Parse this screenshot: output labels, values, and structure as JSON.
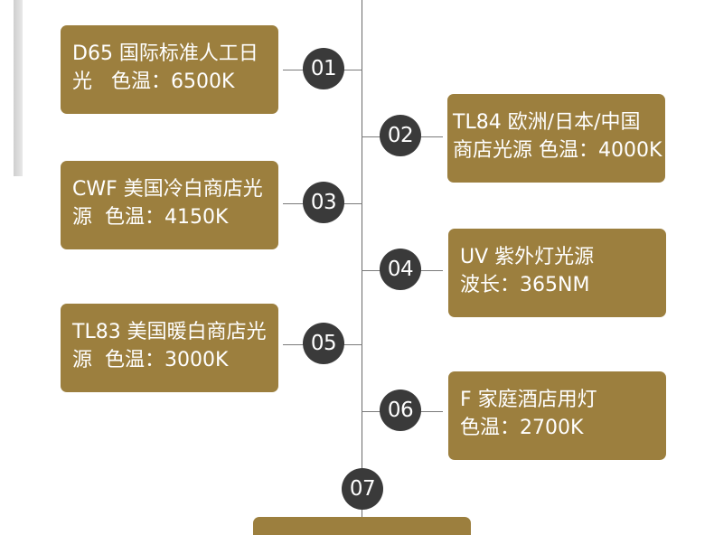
{
  "items": [
    {
      "num": "01",
      "line1": "D65 国际标准人工日",
      "line2": "光   色温：6500K"
    },
    {
      "num": "02",
      "line1": "TL84 欧洲/日本/中国",
      "line2": "商店光源 色温：4000K"
    },
    {
      "num": "03",
      "line1": "CWF 美国冷白商店光",
      "line2": "源  色温：4150K"
    },
    {
      "num": "04",
      "line1": "UV 紫外灯光源",
      "line2": "波长：365NM"
    },
    {
      "num": "05",
      "line1": "TL83 美国暖白商店光",
      "line2": "源  色温：3000K"
    },
    {
      "num": "06",
      "line1": "F 家庭酒店用灯",
      "line2": "色温：2700K"
    },
    {
      "num": "07"
    }
  ],
  "colors": {
    "card": "#9c7f3e",
    "circle": "#3a3a3a",
    "line": "#6a6a6a"
  }
}
